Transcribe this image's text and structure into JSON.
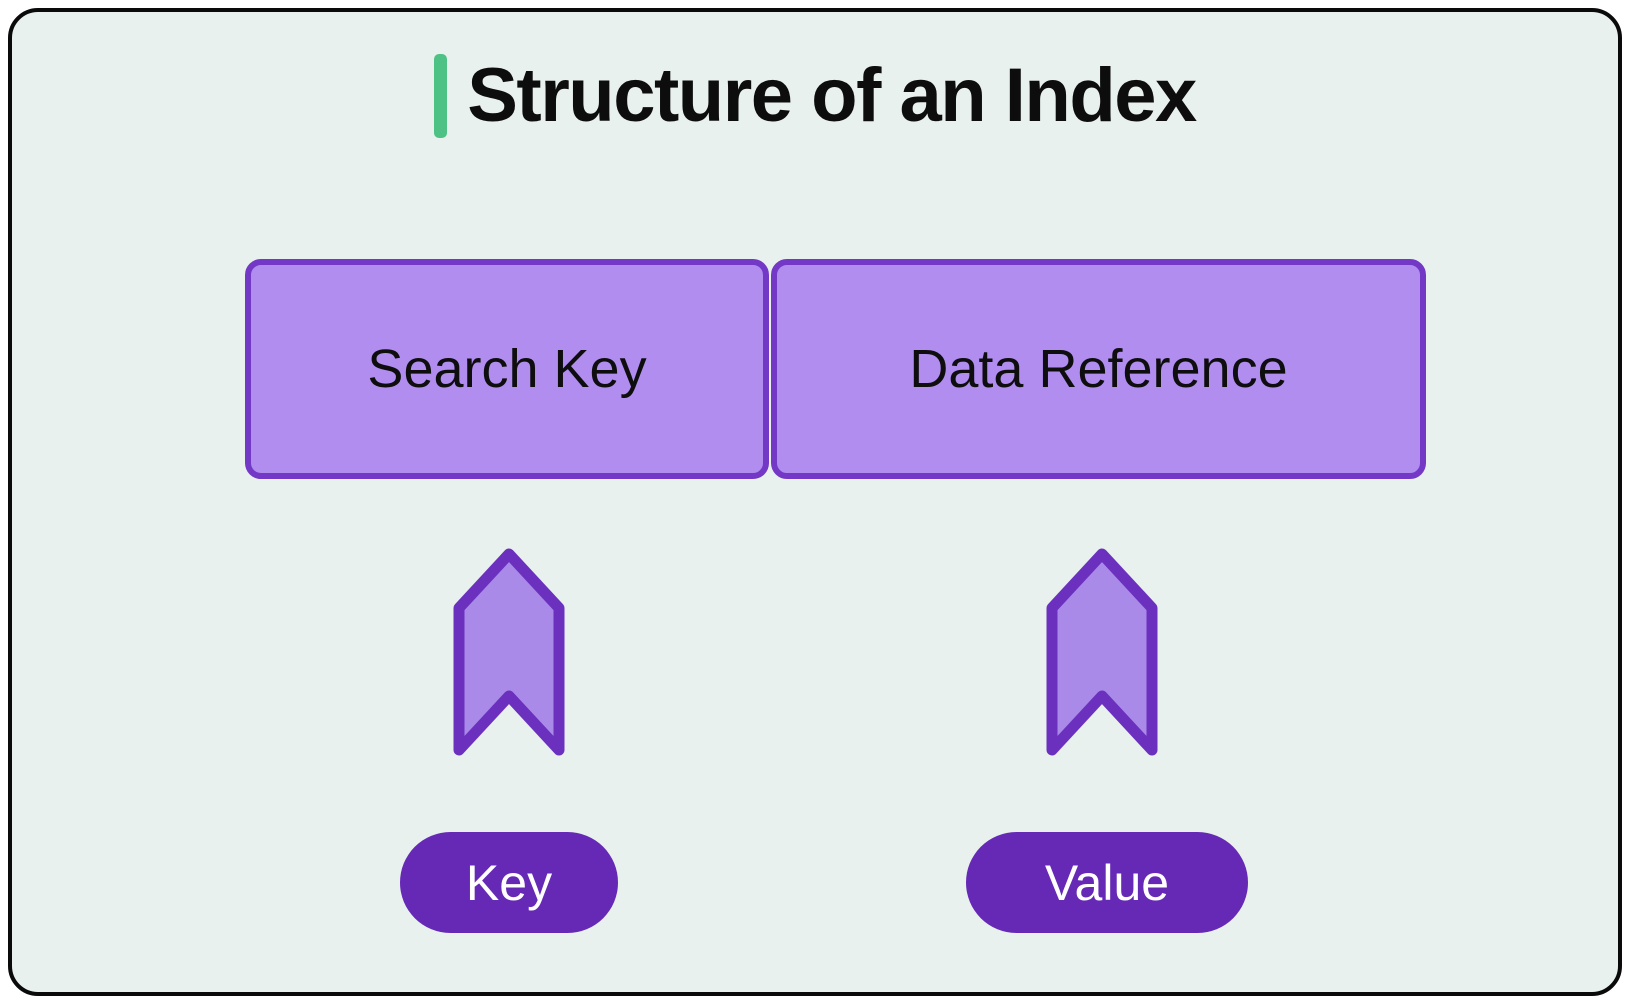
{
  "title": {
    "text": "Structure of an Index",
    "accent_color": "#4dc284"
  },
  "diagram": {
    "columns": [
      {
        "box_label": "Search Key",
        "tag_label": "Key"
      },
      {
        "box_label": "Data Reference",
        "tag_label": "Value"
      }
    ],
    "colors": {
      "card_background": "#e8f1ed",
      "card_border": "#0a0a0a",
      "box_fill": "#b18df0",
      "box_border": "#7438c6",
      "arrow_fill": "#aa8ae9",
      "arrow_border": "#6c30bf",
      "tag_fill": "#6629b5",
      "tag_text": "#ffffff"
    }
  }
}
